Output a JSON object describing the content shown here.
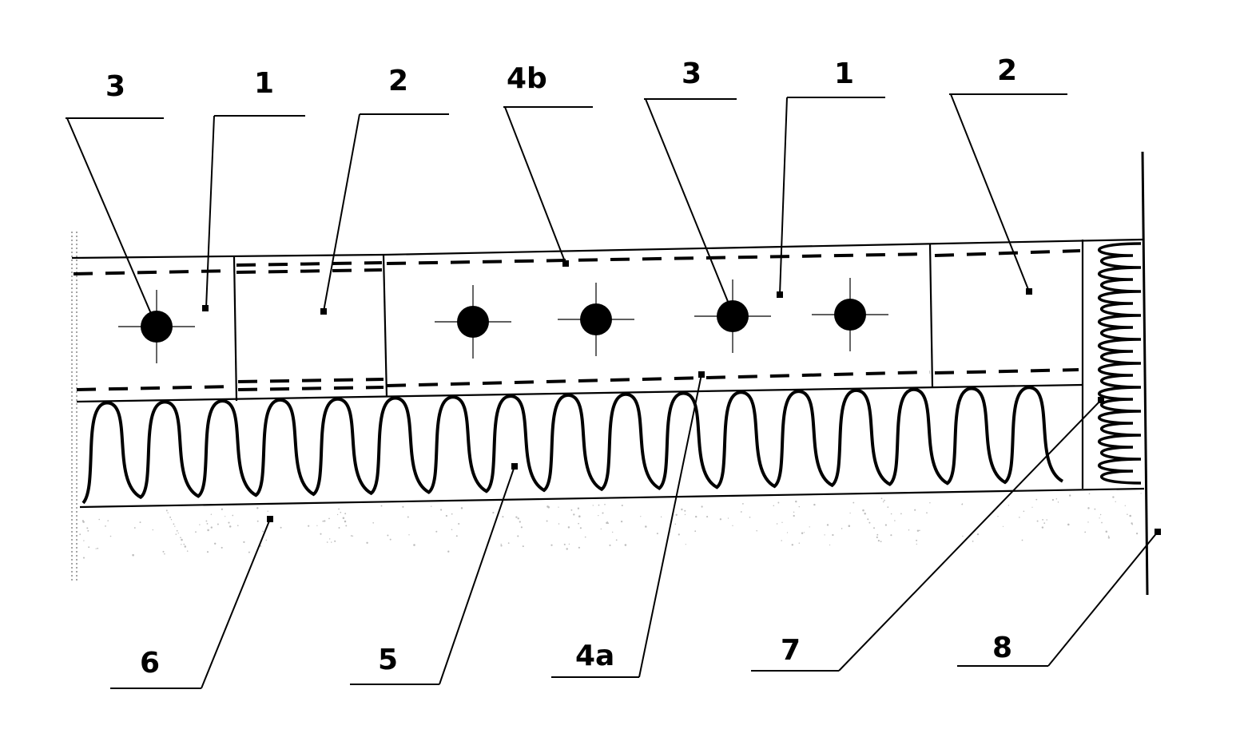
{
  "figure": {
    "labels": {
      "top_3_left": "3",
      "top_1_left": "1",
      "top_2_left": "2",
      "top_4b": "4b",
      "top_3_right": "3",
      "top_1_right": "1",
      "top_2_right": "2",
      "bottom_6": "6",
      "bottom_5": "5",
      "bottom_4a": "4a",
      "bottom_7": "7",
      "bottom_8": "8"
    }
  },
  "colors": {
    "ink": "#000000",
    "speckle": "#bdbdbd",
    "background": "#ffffff"
  }
}
